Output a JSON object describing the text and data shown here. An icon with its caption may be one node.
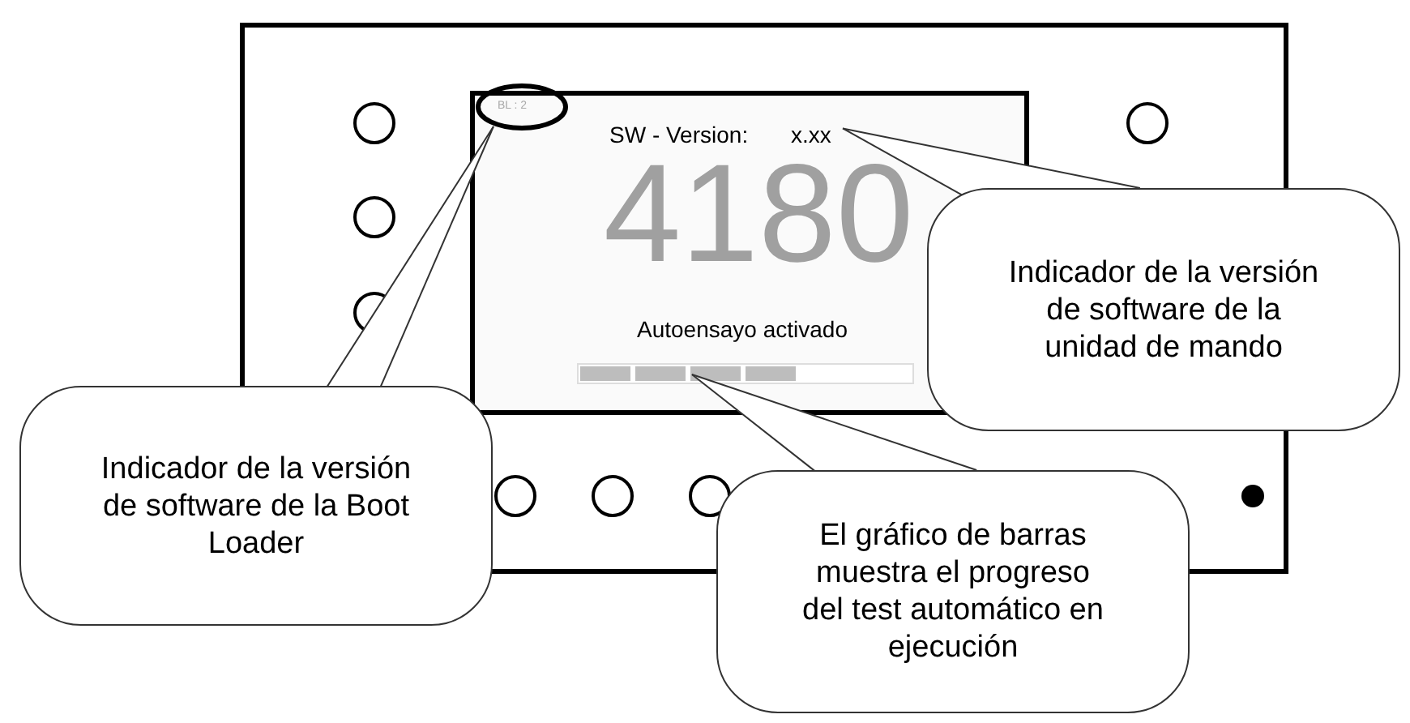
{
  "diagram": {
    "nodes": [
      {
        "text": [],
        "shape": "box"
      },
      {
        "text": [
          "4180",
          "Autoensayo activado"
        ],
        "in": 0
      },
      {
        "text": [
          "BL : 2"
        ],
        "in": 0
      },
      {
        "text": [
          "SW - Version:",
          "x.xx"
        ],
        "in": 1
      },
      {
        "text": [],
        "shape": "bar",
        "in": 1
      },
      {
        "text": [
          "Indicador de la versión de software de la unidad de mando"
        ]
      },
      {
        "text": [
          "Indicador de la versión de software de la Boot Loader"
        ]
      },
      {
        "text": [
          "El gráfico de barras muestra el progreso del test automático en ejecución"
        ]
      }
    ],
    "edges": [
      {
        "from": 5,
        "to": 3,
        "arrow": "none"
      },
      {
        "from": 6,
        "to": 2,
        "arrow": "none"
      },
      {
        "from": 7,
        "to": 4,
        "arrow": "none"
      }
    ]
  }
}
